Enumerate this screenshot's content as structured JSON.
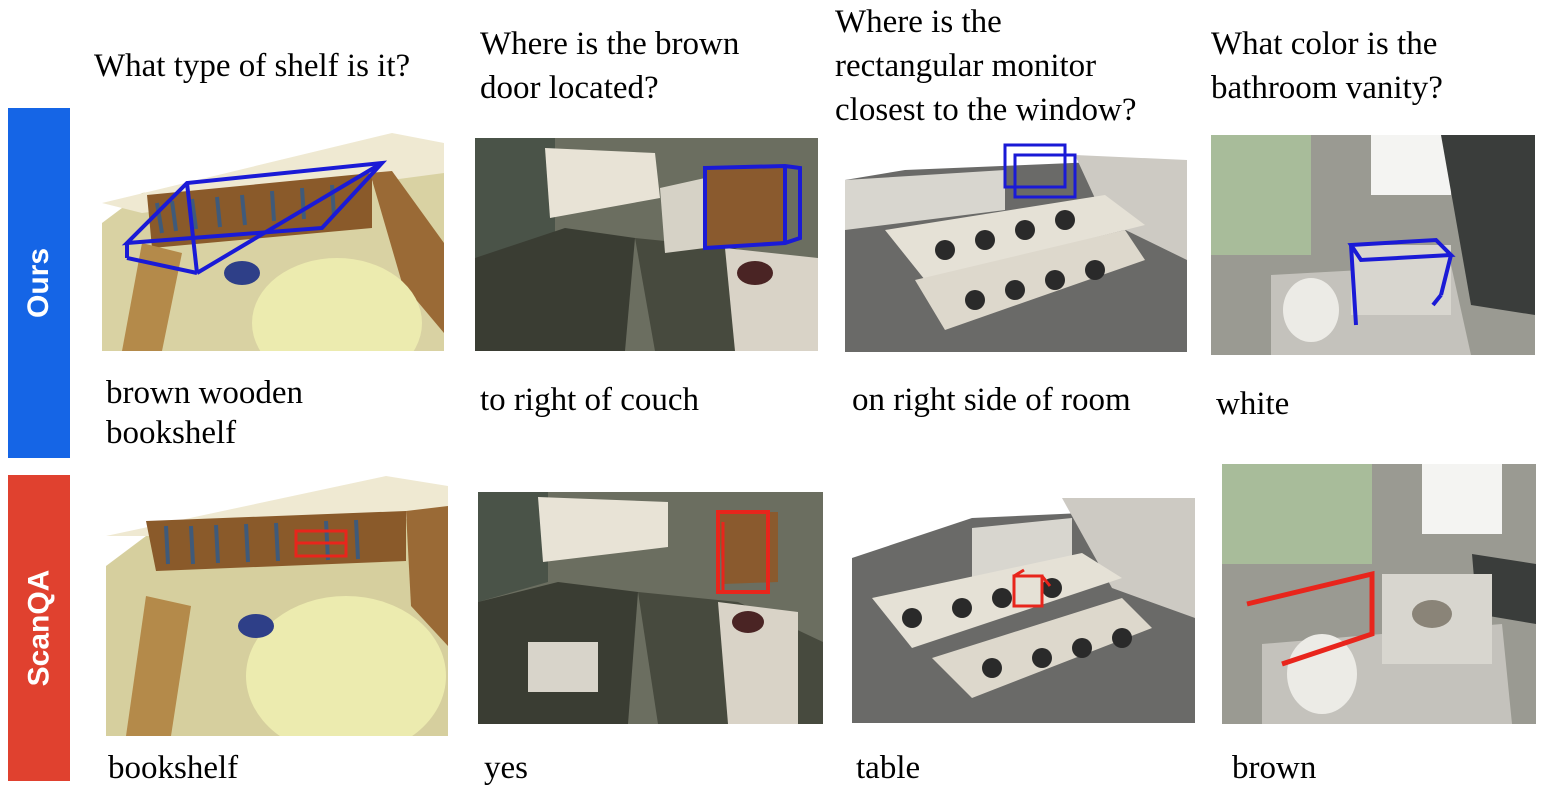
{
  "rows": [
    {
      "label": "Ours",
      "color": "#1565e6"
    },
    {
      "label": "ScanQA",
      "color": "#e0412f"
    }
  ],
  "box_colors": {
    "ours": "#1a1ad6",
    "scanqa": "#e8251c"
  },
  "questions": [
    "What type of shelf is it?",
    "Where is the brown door located?",
    "Where is the rectangular monitor closest to the window?",
    "What color is the bathroom vanity?"
  ],
  "question_lines": [
    [
      "What type of shelf is it?"
    ],
    [
      "Where is the brown",
      "door located?"
    ],
    [
      "Where is the",
      "rectangular monitor",
      "closest to the window?"
    ],
    [
      "What color is the",
      "bathroom vanity?"
    ]
  ],
  "answers": {
    "ours": [
      [
        "brown wooden",
        "bookshelf"
      ],
      [
        "to right of couch"
      ],
      [
        "on right side of room"
      ],
      [
        "white"
      ]
    ],
    "scanqa": [
      [
        "bookshelf"
      ],
      [
        "yes"
      ],
      [
        "table"
      ],
      [
        "brown"
      ]
    ]
  },
  "scene_icons": [
    "library-scene-icon",
    "living-room-scene-icon",
    "office-scene-icon",
    "bathroom-scene-icon"
  ]
}
